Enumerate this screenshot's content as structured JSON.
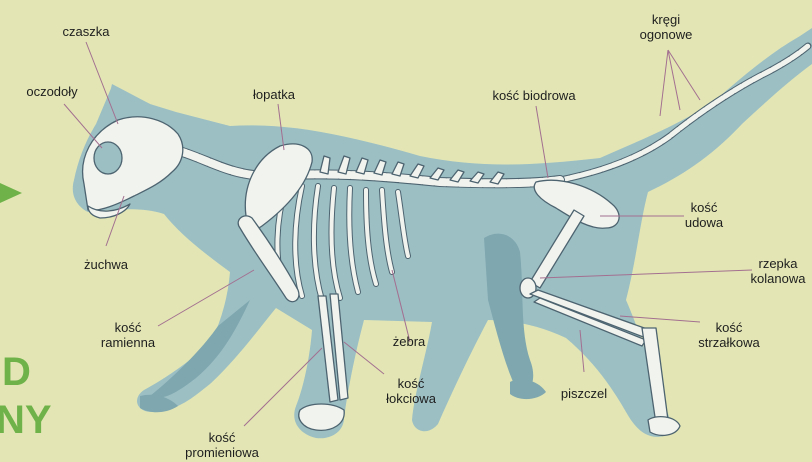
{
  "colors": {
    "background": "#e3e6b4",
    "body": "#9cbfc4",
    "body_dark": "#7fa7af",
    "bone": "#f1f3ee",
    "bone_outline": "#4d6470",
    "leader": "#a36f90",
    "accent": "#6fb24a"
  },
  "labels": {
    "czaszka": "czaszka",
    "oczodoly": "oczodoły",
    "zuchwa": "żuchwa",
    "lopatka": "łopatka",
    "kregi_1": "kręgi",
    "kregi_2": "ogonowe",
    "biodrowa": "kość biodrowa",
    "udowa_1": "kość",
    "udowa_2": "udowa",
    "rzepka_1": "rzepka",
    "rzepka_2": "kolanowa",
    "strzalkowa_1": "kość",
    "strzalkowa_2": "strzałkowa",
    "piszczel": "piszczel",
    "zebra": "żebra",
    "lokciowa_1": "kość",
    "lokciowa_2": "łokciowa",
    "ramienna_1": "kość",
    "ramienna_2": "ramienna",
    "promieniowa_1": "kość",
    "promieniowa_2": "promieniowa"
  },
  "edge_text": {
    "line1": "D",
    "line2": "NY"
  },
  "icons": {
    "left_arrow": "triangle-right-icon"
  }
}
